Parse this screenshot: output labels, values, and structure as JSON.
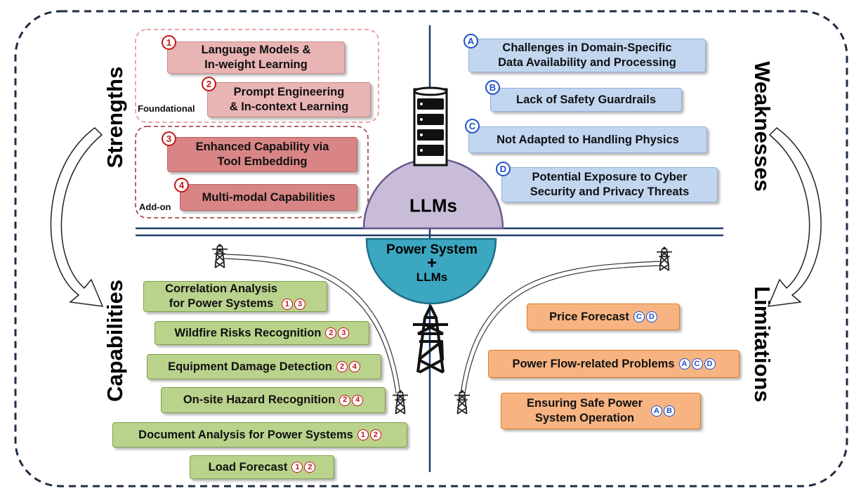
{
  "colors": {
    "frame": "#1f2d45",
    "axis": "#1f3f6e",
    "llm_dome": "#c8bcd9",
    "power_circle": "#3ba7c0",
    "strength_foundational": "#e9b4b4",
    "strength_addon": "#d98585",
    "weakness": "#c2d6f0",
    "capability": "#b9d28c",
    "limitation": "#f7b482",
    "strength_badge": "#c41616",
    "weakness_badge": "#1f4fcc"
  },
  "quadrants": {
    "strengths": "Strengths",
    "weaknesses": "Weaknesses",
    "capabilities": "Capabilities",
    "limitations": "Limitations"
  },
  "groups": {
    "foundational": "Foundational",
    "addon": "Add-on"
  },
  "center": {
    "llm_label": "LLMs",
    "power_line1": "Power System",
    "power_plus": "+",
    "power_line2": "LLMs",
    "icons": [
      "database-icon",
      "transmission-tower-icon"
    ]
  },
  "strengths": [
    {
      "badge": "1",
      "line1": "Language Models &",
      "line2": "In-weight Learning"
    },
    {
      "badge": "2",
      "line1": "Prompt Engineering",
      "line2": "& In-context Learning"
    },
    {
      "badge": "3",
      "line1": "Enhanced Capability via",
      "line2": "Tool Embedding"
    },
    {
      "badge": "4",
      "line1": "Multi-modal Capabilities",
      "line2": ""
    }
  ],
  "weaknesses": [
    {
      "badge": "A",
      "line1": "Challenges in Domain-Specific",
      "line2": "Data Availability and Processing"
    },
    {
      "badge": "B",
      "line1": "Lack of Safety Guardrails",
      "line2": ""
    },
    {
      "badge": "C",
      "line1": "Not Adapted to Handling Physics",
      "line2": ""
    },
    {
      "badge": "D",
      "line1": "Potential Exposure to Cyber",
      "line2": "Security and Privacy Threats"
    }
  ],
  "capabilities": [
    {
      "line1": "Correlation Analysis",
      "line2": "for Power Systems",
      "refs": [
        "1",
        "3"
      ]
    },
    {
      "line1": "Wildfire Risks Recognition",
      "line2": "",
      "refs": [
        "2",
        "3"
      ]
    },
    {
      "line1": "Equipment Damage Detection",
      "line2": "",
      "refs": [
        "2",
        "4"
      ]
    },
    {
      "line1": "On-site Hazard Recognition",
      "line2": "",
      "refs": [
        "2",
        "4"
      ]
    },
    {
      "line1": "Document Analysis for Power Systems",
      "line2": "",
      "refs": [
        "1",
        "2"
      ]
    },
    {
      "line1": "Load Forecast",
      "line2": "",
      "refs": [
        "1",
        "2"
      ]
    }
  ],
  "limitations": [
    {
      "line1": "Price Forecast",
      "line2": "",
      "refs": [
        "C",
        "D"
      ]
    },
    {
      "line1": "Power Flow-related Problems",
      "line2": "",
      "refs": [
        "A",
        "C",
        "D"
      ]
    },
    {
      "line1": "Ensuring Safe Power",
      "line2": "System Operation",
      "refs": [
        "A",
        "B"
      ]
    }
  ]
}
